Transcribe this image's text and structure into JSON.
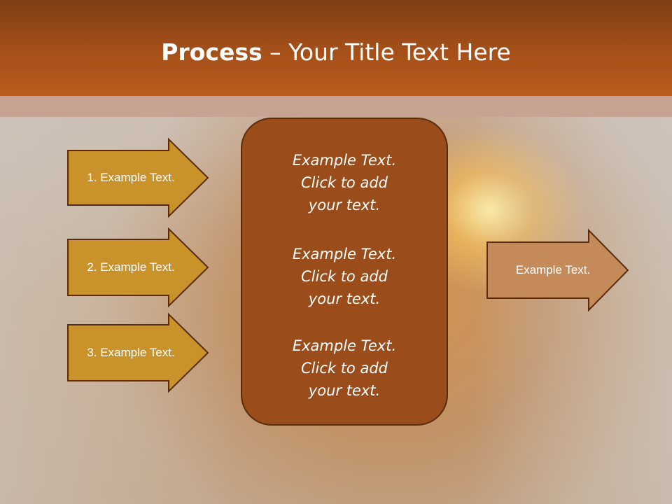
{
  "title": {
    "bold": "Process",
    "rest": " – Your Title Text Here"
  },
  "left_arrows": [
    {
      "label": "1. Example Text."
    },
    {
      "label": "2. Example Text."
    },
    {
      "label": "3. Example Text."
    }
  ],
  "center_items": [
    {
      "text": "Example Text.\nClick  to add\nyour text."
    },
    {
      "text": "Example Text.\nClick  to add\nyour text."
    },
    {
      "text": "Example Text.\nClick  to add\nyour text."
    }
  ],
  "right_arrow": {
    "label": "Example Text."
  },
  "colors": {
    "left_arrow_fill": "#c9922b",
    "arrow_outline": "#5a2b0d",
    "center_box_fill": "#9a4d1a",
    "right_arrow_fill": "#c48a5a",
    "header": "#a65019"
  }
}
